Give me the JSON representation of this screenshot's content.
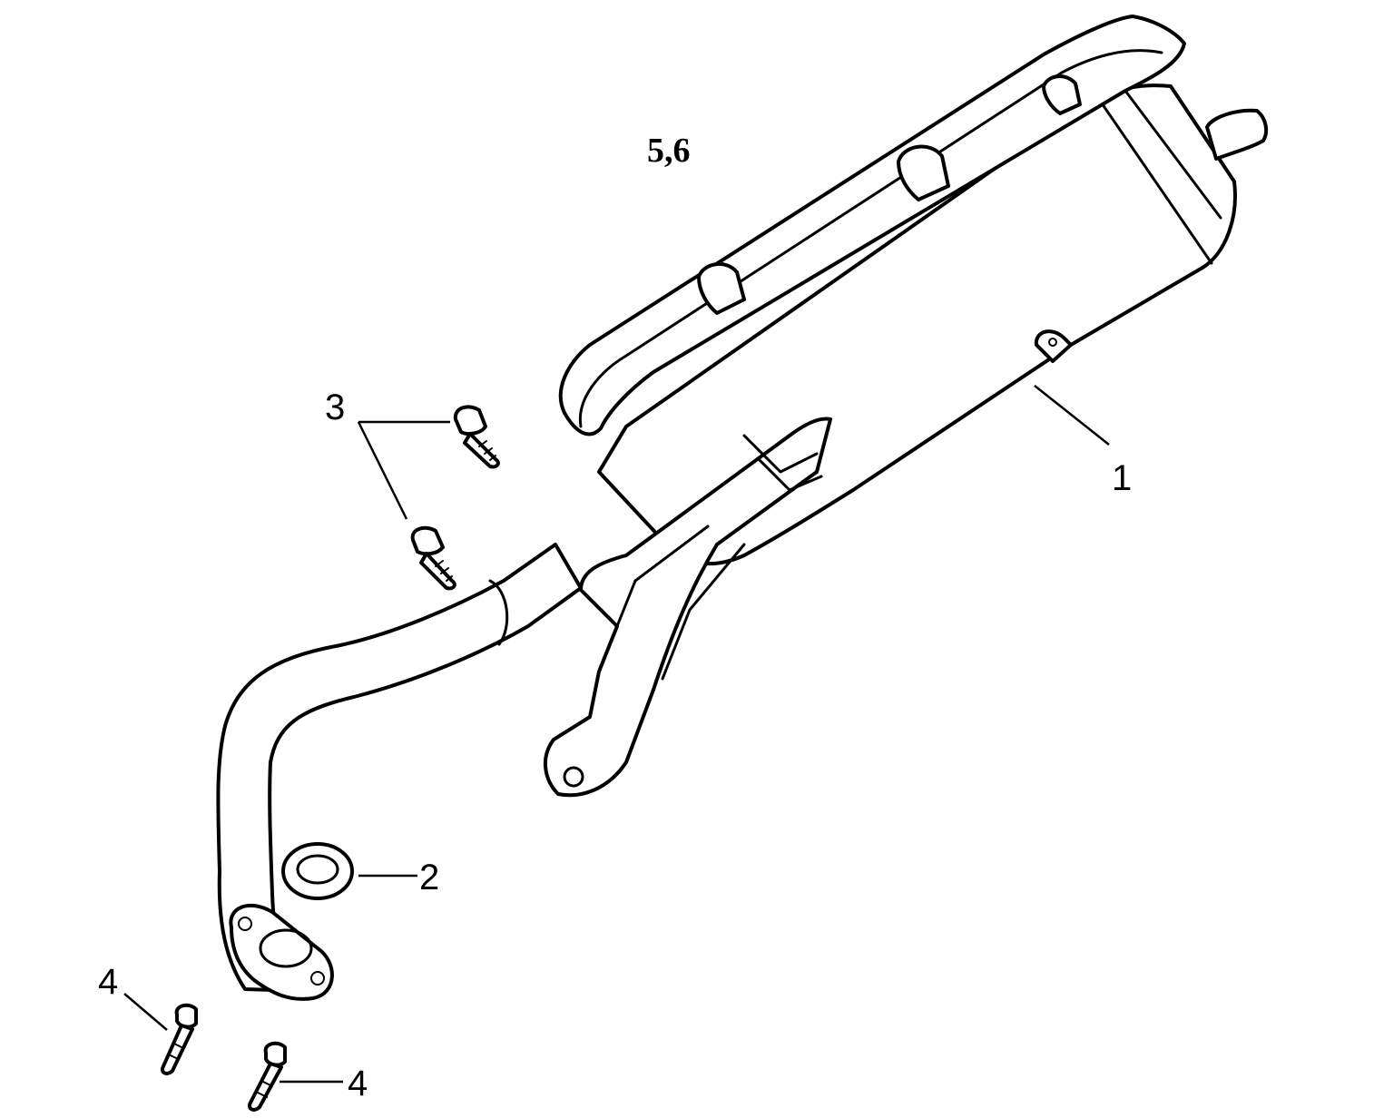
{
  "callouts": {
    "muffler": "1",
    "gasket": "2",
    "bolts_upper": "3",
    "bolt_lower_left": "4",
    "bolt_lower_right": "4",
    "heat_shield": "5,6"
  },
  "colors": {
    "line": "#000000",
    "background": "#ffffff"
  }
}
